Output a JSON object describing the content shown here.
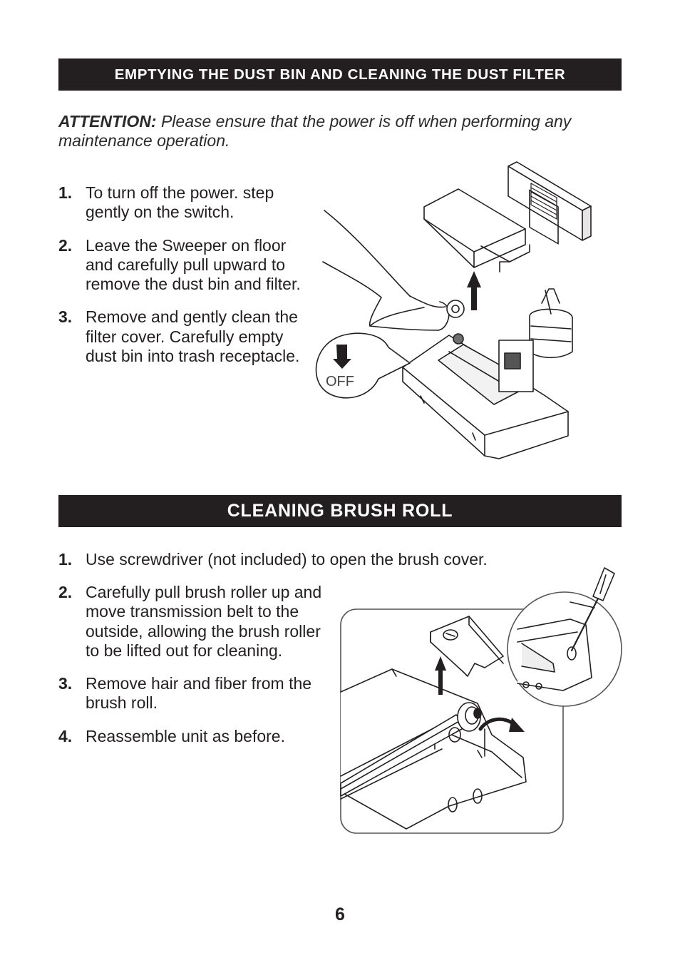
{
  "section1": {
    "title": "EMPTYING THE DUST BIN AND CLEANING THE DUST FILTER",
    "attention_label": "ATTENTION:",
    "attention_text": " Please ensure that the power is off when performing any maintenance operation.",
    "steps": [
      {
        "num": "1.",
        "text": "To turn off the power. step gently on the switch."
      },
      {
        "num": "2.",
        "text": "Leave the Sweeper on floor and carefully pull upward to remove the dust bin and filter."
      },
      {
        "num": "3.",
        "text": "Remove and gently clean the filter cover. Carefully empty dust bin into trash receptacle."
      }
    ],
    "illustration": {
      "off_label": "OFF"
    }
  },
  "section2": {
    "title": "CLEANING BRUSH ROLL",
    "steps": [
      {
        "num": "1.",
        "text": "Use screwdriver (not included) to open the brush cover."
      },
      {
        "num": "2.",
        "text": "Carefully pull brush roller up and move transmission belt to the outside, allowing the brush roller to be lifted out for cleaning."
      },
      {
        "num": "3.",
        "text": "Remove hair and fiber from the brush roll."
      },
      {
        "num": "4.",
        "text": "Reassemble unit as before."
      }
    ]
  },
  "page_number": "6"
}
